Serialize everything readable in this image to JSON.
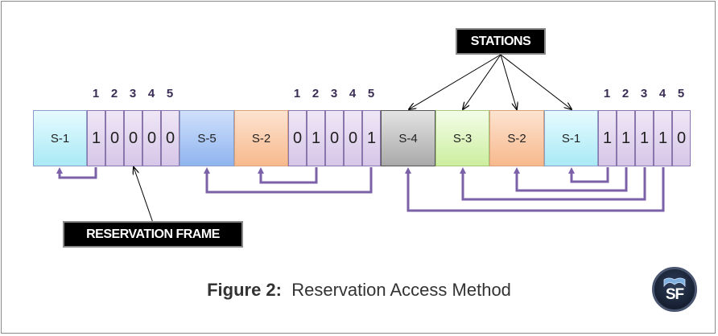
{
  "labels": {
    "stations": "STATIONS",
    "reservation_frame": "RESERVATION FRAME"
  },
  "caption": {
    "prefix": "Figure 2:",
    "text": "Reservation Access Method"
  },
  "logo": {
    "text": "SF"
  },
  "bit_indices": [
    "1",
    "2",
    "3",
    "4",
    "5"
  ],
  "colors": {
    "cyan": "#cdf3fa",
    "blue": "#a6c5f3",
    "orange": "#fbcfae",
    "gray": "#c7c7c7",
    "green": "#dff5c6",
    "purple": "#d6c6e8",
    "arrow": "#7b62a8"
  },
  "frames": {
    "f1": {
      "station": "S-1",
      "bits": [
        "1",
        "0",
        "0",
        "0",
        "0"
      ]
    },
    "f2": {
      "s5": "S-5",
      "s2": "S-2",
      "bits": [
        "0",
        "1",
        "0",
        "0",
        "1"
      ]
    },
    "f3": {
      "s4": "S-4",
      "s3": "S-3",
      "s2": "S-2",
      "s1": "S-1",
      "bits": [
        "1",
        "1",
        "1",
        "1",
        "0"
      ]
    }
  }
}
